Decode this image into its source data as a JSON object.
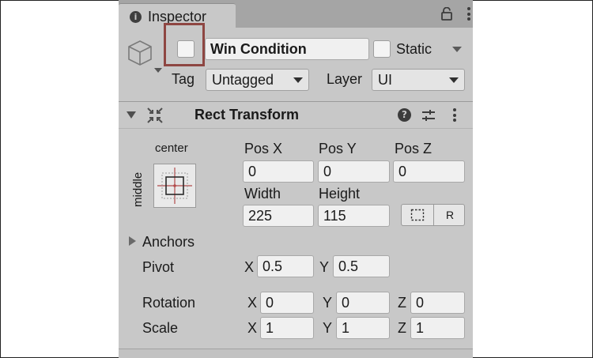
{
  "inspector": {
    "tab_title": "Inspector",
    "tab_icon": "info-icon",
    "lock_icon": "lock-icon",
    "menu_icon": "kebab-menu-icon"
  },
  "gameobject": {
    "active": false,
    "name": "Win Condition",
    "static_label": "Static",
    "static_checked": false,
    "tag_label": "Tag",
    "tag_value": "Untagged",
    "layer_label": "Layer",
    "layer_value": "UI",
    "highlight_color": "#8e4642"
  },
  "rect_transform": {
    "title": "Rect Transform",
    "anchor_h": "center",
    "anchor_v": "middle",
    "pos_x_label": "Pos X",
    "pos_x": "0",
    "pos_y_label": "Pos Y",
    "pos_y": "0",
    "pos_z_label": "Pos Z",
    "pos_z": "0",
    "width_label": "Width",
    "width": "225",
    "height_label": "Height",
    "height": "115",
    "raw_edit_label": "R",
    "anchors_label": "Anchors",
    "pivot_label": "Pivot",
    "pivot_x_label": "X",
    "pivot_x": "0.5",
    "pivot_y_label": "Y",
    "pivot_y": "0.5",
    "rotation_label": "Rotation",
    "rot_x_label": "X",
    "rot_x": "0",
    "rot_y_label": "Y",
    "rot_y": "0",
    "rot_z_label": "Z",
    "rot_z": "0",
    "scale_label": "Scale",
    "scale_x_label": "X",
    "scale_x": "1",
    "scale_y_label": "Y",
    "scale_y": "1",
    "scale_z_label": "Z",
    "scale_z": "1"
  }
}
